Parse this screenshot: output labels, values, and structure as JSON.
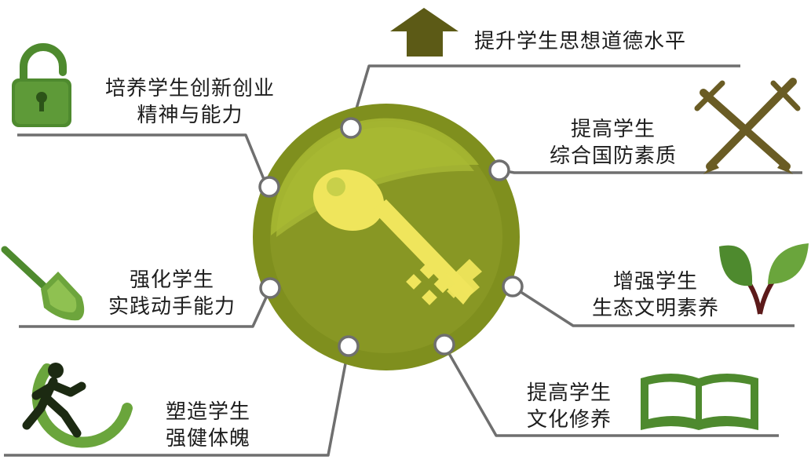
{
  "colors": {
    "connector": "#6f6f6f",
    "circle_outer": "#7f8f1e",
    "circle_inner": "#909e2a",
    "circle_highlight": "#b9c93c",
    "key": "#efe55c",
    "icon_green": "#4e8a2e",
    "icon_olive": "#5c5a16",
    "sword": "#6a5c24",
    "text": "#1d1d1d"
  },
  "center_icon": "key-icon",
  "items": [
    {
      "id": "moral",
      "icon": "arrow-up-icon",
      "lines": [
        "提升学生思想道德水平"
      ]
    },
    {
      "id": "innovation",
      "icon": "unlock-icon",
      "lines": [
        "培养学生创新创业",
        "精神与能力"
      ]
    },
    {
      "id": "defense",
      "icon": "crossed-swords-icon",
      "lines": [
        "提高学生",
        "综合国防素质"
      ]
    },
    {
      "id": "practice",
      "icon": "shovel-icon",
      "lines": [
        "强化学生",
        "实践动手能力"
      ]
    },
    {
      "id": "ecology",
      "icon": "leaf-sprout-icon",
      "lines": [
        "增强学生",
        "生态文明素养"
      ]
    },
    {
      "id": "physique",
      "icon": "runner-icon",
      "lines": [
        "塑造学生",
        "强健体魄"
      ]
    },
    {
      "id": "culture",
      "icon": "open-book-icon",
      "lines": [
        "提高学生",
        "文化修养"
      ]
    }
  ]
}
